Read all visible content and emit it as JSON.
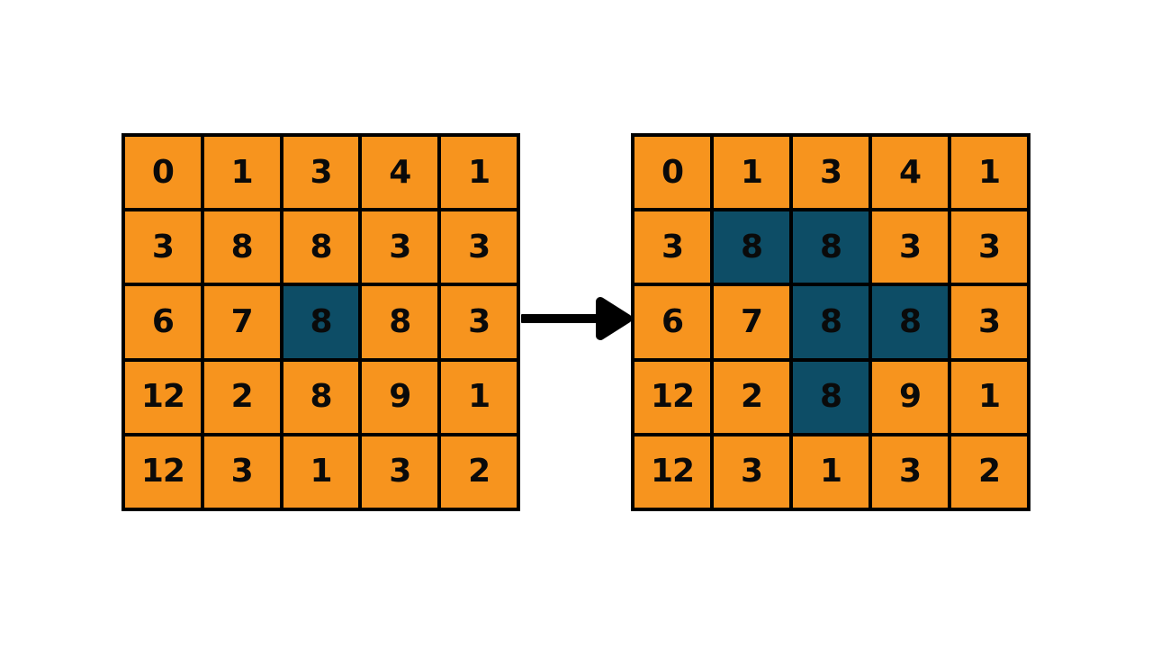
{
  "figure": {
    "description": "Two 5x5 number grids showing a connected-region (flood fill) highlight transformation, linked by a right-pointing arrow",
    "arrow_icon": "right-arrow"
  },
  "colors": {
    "background": "#ffffff",
    "cell_default": "#F7941E",
    "cell_highlight": "#0D4D66",
    "grid_border": "#000000",
    "cell_text": "#0a0a0a",
    "arrow": "#000000"
  },
  "grids": [
    {
      "id": "grid-before",
      "values": [
        [
          "0",
          "1",
          "3",
          "4",
          "1"
        ],
        [
          "3",
          "8",
          "8",
          "3",
          "3"
        ],
        [
          "6",
          "7",
          "8",
          "8",
          "3"
        ],
        [
          "12",
          "2",
          "8",
          "9",
          "1"
        ],
        [
          "12",
          "3",
          "1",
          "3",
          "2"
        ]
      ],
      "highlighted": [
        [
          0,
          0,
          0,
          0,
          0
        ],
        [
          0,
          0,
          0,
          0,
          0
        ],
        [
          0,
          0,
          1,
          0,
          0
        ],
        [
          0,
          0,
          0,
          0,
          0
        ],
        [
          0,
          0,
          0,
          0,
          0
        ]
      ]
    },
    {
      "id": "grid-after",
      "values": [
        [
          "0",
          "1",
          "3",
          "4",
          "1"
        ],
        [
          "3",
          "8",
          "8",
          "3",
          "3"
        ],
        [
          "6",
          "7",
          "8",
          "8",
          "3"
        ],
        [
          "12",
          "2",
          "8",
          "9",
          "1"
        ],
        [
          "12",
          "3",
          "1",
          "3",
          "2"
        ]
      ],
      "highlighted": [
        [
          0,
          0,
          0,
          0,
          0
        ],
        [
          0,
          1,
          1,
          0,
          0
        ],
        [
          0,
          0,
          1,
          1,
          0
        ],
        [
          0,
          0,
          1,
          0,
          0
        ],
        [
          0,
          0,
          0,
          0,
          0
        ]
      ]
    }
  ]
}
